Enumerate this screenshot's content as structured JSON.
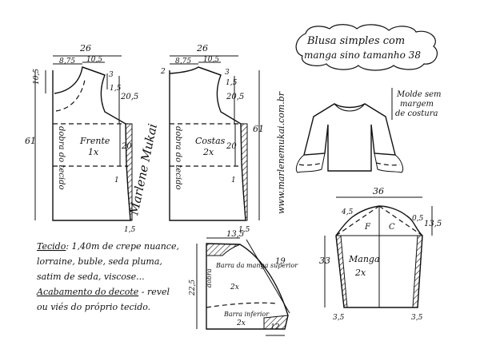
{
  "title": {
    "line1": "Blusa simples com",
    "line2": "manga sino tamanho 38"
  },
  "note_top_right": {
    "line1": "Molde sem",
    "line2": "margem",
    "line3": "de costura"
  },
  "website": "www.marlenemukai.com.br",
  "signature": "Marlene Mukai",
  "front": {
    "label": "Frente",
    "count": "1x",
    "fold": "dobra do tecido",
    "width": "26",
    "neck_a": "8,75",
    "neck_b": "10,5",
    "d_left": "10,5",
    "d_right": "1,5",
    "shoulder": "3",
    "armhole": "20,5",
    "side": "20",
    "len": "61",
    "hem_small": "1,5",
    "side_small": "1"
  },
  "back": {
    "label": "Costas",
    "count": "2x",
    "fold": "dobra do tecido",
    "width": "26",
    "neck_a": "8,75",
    "neck_b": "10,5",
    "d_left": "2",
    "shoulder": "3",
    "d_right": "1,5",
    "armhole": "20,5",
    "side": "20",
    "len": "61",
    "hem_small": "1,5",
    "side_small": "1"
  },
  "sleeve": {
    "width": "36",
    "cap_left": "4,5",
    "cap_right": "0,5",
    "cap_height": "13,5",
    "label_f": "F",
    "label_c": "C",
    "label": "Manga",
    "count": "2x",
    "height": "33",
    "hem_left": "3,5",
    "hem_right": "3,5"
  },
  "ruffle": {
    "top": "13,5",
    "label_a": "Barra da manga superior",
    "count_a": "2x",
    "label_b": "Barra inferior",
    "count_b": "2x",
    "side": "22,5",
    "diag": "19",
    "bottom": "12",
    "fold": "dobra"
  },
  "notes": {
    "fabric_label": "Tecido",
    "fabric_text": ": 1,40m de crepe nuance,",
    "fabric_line2": "lorraine, buble, seda pluma,",
    "fabric_line3": "satim de seda, viscose...",
    "finish_label": "Acabamento do decote",
    "finish_text": " - revel",
    "finish_line2": "ou viés do próprio tecido."
  }
}
